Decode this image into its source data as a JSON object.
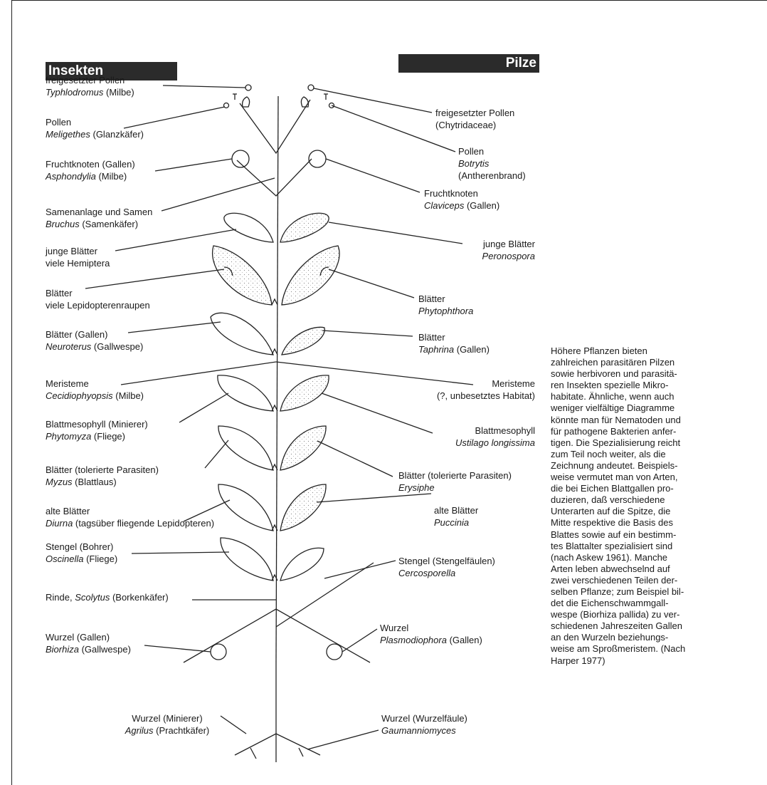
{
  "headers": {
    "left": "Insekten",
    "right": "Pilze"
  },
  "labels": {
    "l1a": "freigesetzter Pollen",
    "l1b_sp": "Typhlodromus",
    "l1b": " (Milbe)",
    "l2a": "Pollen",
    "l2b_sp": "Meligethes",
    "l2b": " (Glanzkäfer)",
    "l3a": "Fruchtknoten (Gallen)",
    "l3b_sp": "Asphondylia",
    "l3b": " (Milbe)",
    "l4a": "Samenanlage und Samen",
    "l4b_sp": "Bruchus",
    "l4b": " (Samenkäfer)",
    "l5a": "junge Blätter",
    "l5b": "viele Hemiptera",
    "l6a": "Blätter",
    "l6b": "viele Lepidopterenraupen",
    "l7a": "Blätter (Gallen)",
    "l7b_sp": "Neuroterus",
    "l7b": " (Gallwespe)",
    "l8a": "Meristeme",
    "l8b_sp": "Cecidiophyopsis",
    "l8b": " (Milbe)",
    "l9a": "Blattmesophyll (Minierer)",
    "l9b_sp": "Phytomyza",
    "l9b": " (Fliege)",
    "l10a": "Blätter (tolerierte Parasiten)",
    "l10b_sp": "Myzus",
    "l10b": " (Blattlaus)",
    "l11a": "alte Blätter",
    "l11b_sp": "Diurna",
    "l11b": " (tagsüber fliegende Lepidopteren)",
    "l12a": "Stengel (Bohrer)",
    "l12b_sp": "Oscinella",
    "l12b": " (Fliege)",
    "l13a": "Rinde, ",
    "l13_sp": "Scolytus",
    "l13b": " (Borkenkäfer)",
    "l14a": "Wurzel (Gallen)",
    "l14b_sp": "Biorhiza",
    "l14b": " (Gallwespe)",
    "l15a": "Wurzel (Minierer)",
    "l15b_sp": "Agrilus",
    "l15b": " (Prachtkäfer)",
    "r1a": "freigesetzter Pollen",
    "r1b": "(Chytridaceae)",
    "r2a": "Pollen",
    "r2b": "Botrytis",
    "r2c": "(Antherenbrand)",
    "r3a": "Fruchtknoten",
    "r3b_sp": "Claviceps",
    "r3b": " (Gallen)",
    "r4a": "junge Blätter",
    "r4b": "Peronospora",
    "r5a": "Blätter",
    "r5b": "Phytophthora",
    "r6a": "Blätter",
    "r6b_sp": "Taphrina",
    "r6b": " (Gallen)",
    "r7a": "Meristeme",
    "r7b": "(?, unbesetztes Habitat)",
    "r8a": "Blattmesophyll",
    "r8b": "Ustilago longissima",
    "r9a": "Blätter (tolerierte Parasiten)",
    "r9b": "Erysiphe",
    "r10a": "alte Blätter",
    "r10b": "Puccinia",
    "r11a": "Stengel (Stengelfäulen)",
    "r11b": "Cercosporella",
    "r12a": "Wurzel",
    "r12b_sp": "Plasmodiophora",
    "r12b": " (Gallen)",
    "r13a": "Wurzel (Wurzelfäule)",
    "r13b": "Gaumanniomyces"
  },
  "caption": "        Höhere Pflanzen bieten\nzahlreichen parasitären Pilzen\nsowie herbivoren und parasitä-\nren Insekten spezielle Mikro-\nhabitate. Ähnliche, wenn auch\nweniger vielfältige Diagramme\nkönnte man für Nematoden und\nfür pathogene Bakterien anfer-\ntigen. Die Spezialisierung reicht\nzum Teil noch weiter, als die\nZeichnung andeutet. Beispiels-\nweise vermutet man von Arten,\ndie bei Eichen Blattgallen pro-\nduzieren, daß verschiedene\nUnterarten auf die Spitze, die\nMitte respektive die Basis des\nBlattes sowie auf ein bestimm-\ntes Blattalter spezialisiert sind\n(nach Askew 1961). Manche\nArten leben abwechselnd auf\nzwei verschiedenen Teilen der-\nselben Pflanze; zum Beispiel bil-\ndet die Eichenschwammgall-\nwespe (Biorhiza pallida) zu ver-\nschiedenen Jahreszeiten Gallen\nan den Wurzeln beziehungs-\nweise am Sproßmeristem. (Nach\nHarper 1977)"
}
